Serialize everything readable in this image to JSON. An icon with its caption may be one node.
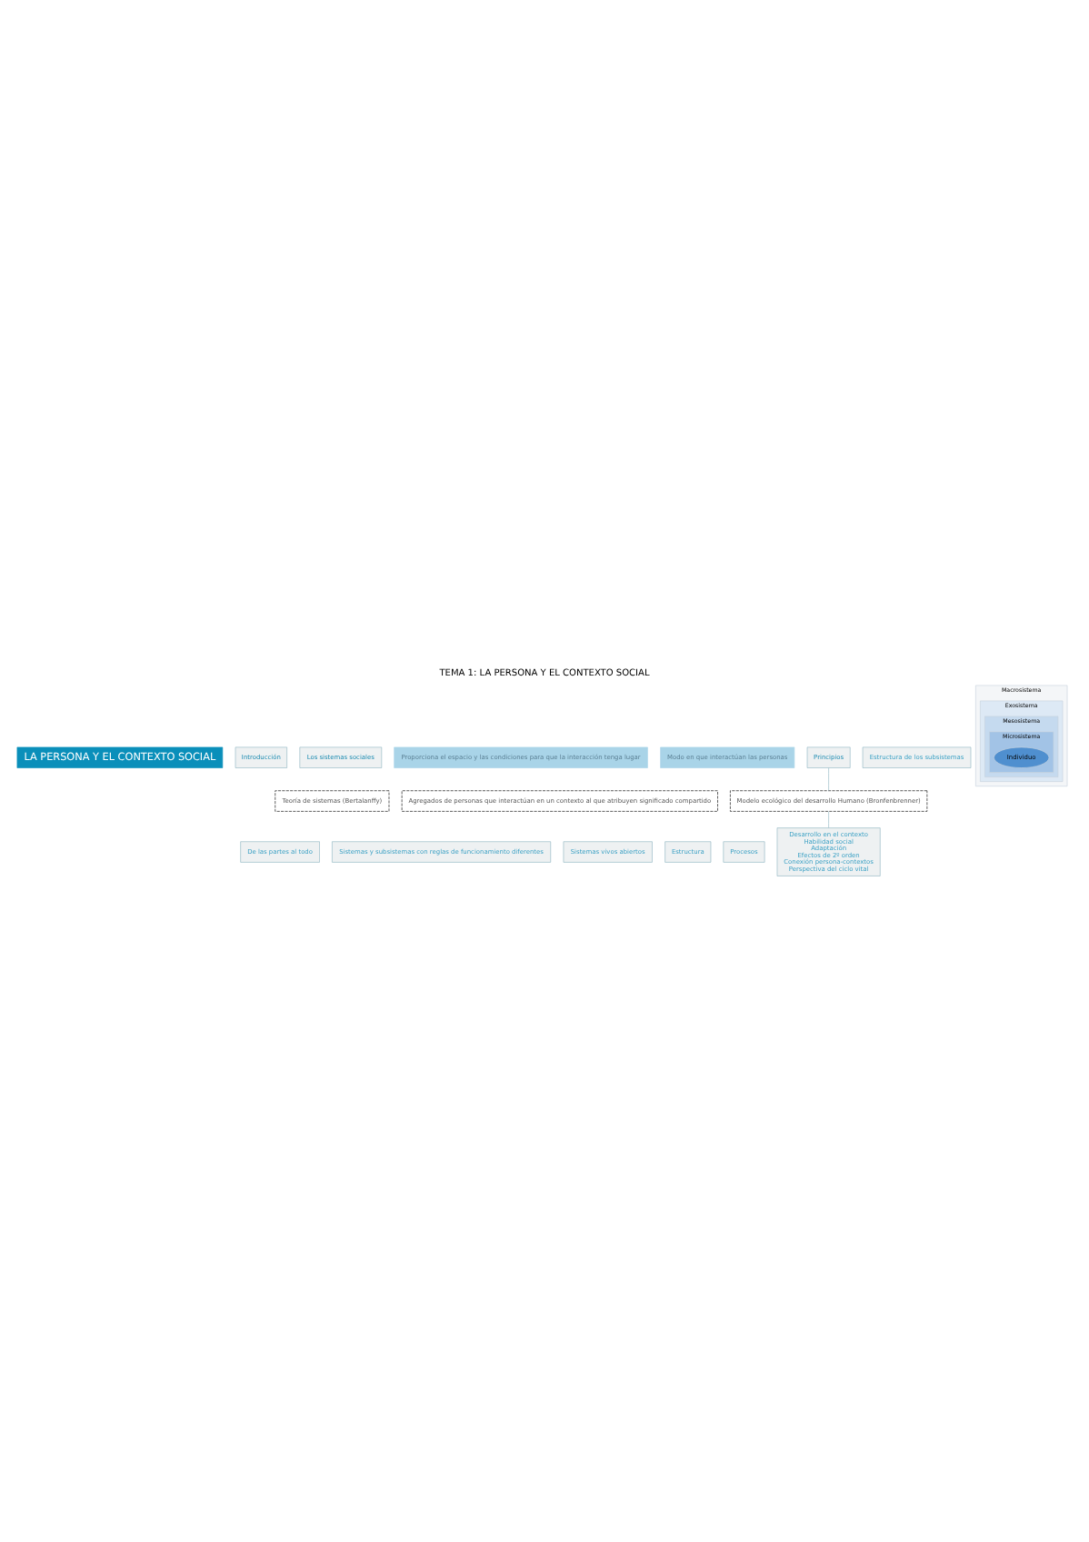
{
  "diagram": {
    "title": "TEMA 1: LA PERSONA Y EL CONTEXTO SOCIAL",
    "nodes": [
      {
        "text": [
          "LA PERSONA Y EL CONTEXTO SOCIAL"
        ]
      },
      {
        "text": [
          "Introducción"
        ]
      },
      {
        "text": [
          "Teoría de sistemas (Bertalanffy)"
        ]
      },
      {
        "text": [
          "De las partes al todo"
        ]
      },
      {
        "text": [
          "Sistemas y subsistemas con reglas de funcionamiento diferentes"
        ]
      },
      {
        "text": [
          "Sistemas vivos abiertos"
        ]
      },
      {
        "text": [
          "Los sistemas sociales"
        ]
      },
      {
        "text": [
          "Agregados de personas que interactúan en un contexto al que atribuyen significado compartido"
        ]
      },
      {
        "text": [
          "Estructura"
        ]
      },
      {
        "text": [
          "Procesos"
        ]
      },
      {
        "text": [
          "Proporciona el espacio y las condiciones para que la interacción tenga lugar"
        ]
      },
      {
        "text": [
          "Modo en que interactúan las personas"
        ]
      },
      {
        "text": [
          "Principios"
        ]
      },
      {
        "text": [
          "Modelo ecológico del desarrollo Humano (Bronfenbrenner)"
        ]
      },
      {
        "text": [
          "Desarrollo en el contexto",
          "Habilidad social",
          "Adaptación",
          "Efectos de 2º orden",
          "Conexión persona-contextos",
          "Perspectiva del ciclo vital"
        ]
      },
      {
        "text": [
          "Estructura de los subsistemas"
        ]
      },
      {
        "text": [
          "Macrosistema"
        ]
      },
      {
        "text": [
          "Exosistema"
        ],
        "in": 16
      },
      {
        "text": [
          "Mesosistema"
        ],
        "in": 17
      },
      {
        "text": [
          "Microsistema"
        ],
        "in": 18
      },
      {
        "text": [
          "Individuo"
        ],
        "in": 19
      }
    ],
    "edges": [
      {
        "from": 12,
        "to": 13,
        "arrow": "none"
      },
      {
        "from": 13,
        "to": 14,
        "arrow": "none"
      }
    ]
  }
}
